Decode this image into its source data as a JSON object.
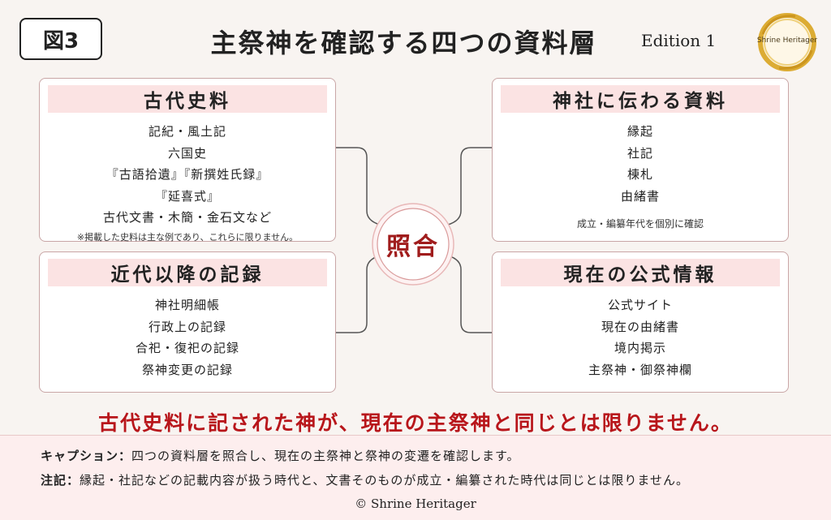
{
  "header": {
    "figure_label": "図3",
    "title": "主祭神を確認する四つの資料層",
    "edition": "Edition 1",
    "logo_text": "Shrine Heritager"
  },
  "boxes": {
    "ancient": {
      "heading": "古代史料",
      "items": [
        "記紀・風土記",
        "六国史",
        "『古語拾遺』『新撰姓氏録』",
        "『延喜式』",
        "古代文書・木簡・金石文など"
      ],
      "note": "※掲載した史料は主な例であり、これらに限りません。"
    },
    "shrine": {
      "heading": "神社に伝わる資料",
      "items": [
        "縁起",
        "社記",
        "棟札",
        "由緒書"
      ],
      "note": "成立・編纂年代を個別に確認"
    },
    "modern": {
      "heading": "近代以降の記録",
      "items": [
        "神社明細帳",
        "行政上の記録",
        "合祀・復祀の記録",
        "祭神変更の記録"
      ]
    },
    "current": {
      "heading": "現在の公式情報",
      "items": [
        "公式サイト",
        "現在の由緒書",
        "境内掲示",
        "主祭神・御祭神欄"
      ]
    }
  },
  "center": {
    "label": "照合"
  },
  "conclusion": "古代史料に記された神が、現在の主祭神と同じとは限りません。",
  "footer": {
    "caption_label": "キャプション：",
    "caption_text": "四つの資料層を照合し、現在の主祭神と祭神の変遷を確認します。",
    "note_label": "注記：",
    "note_text": "縁起・社記などの記載内容が扱う時代と、文書そのものが成立・編纂された時代は同じとは限りません。",
    "copyright": "© Shrine Heritager"
  },
  "colors": {
    "accent": "#b8161b",
    "box_border": "#c9a6a6",
    "box_header_bg": "#fbe3e3",
    "logo_gold": "#d9a520",
    "background": "#f8f4f1"
  }
}
